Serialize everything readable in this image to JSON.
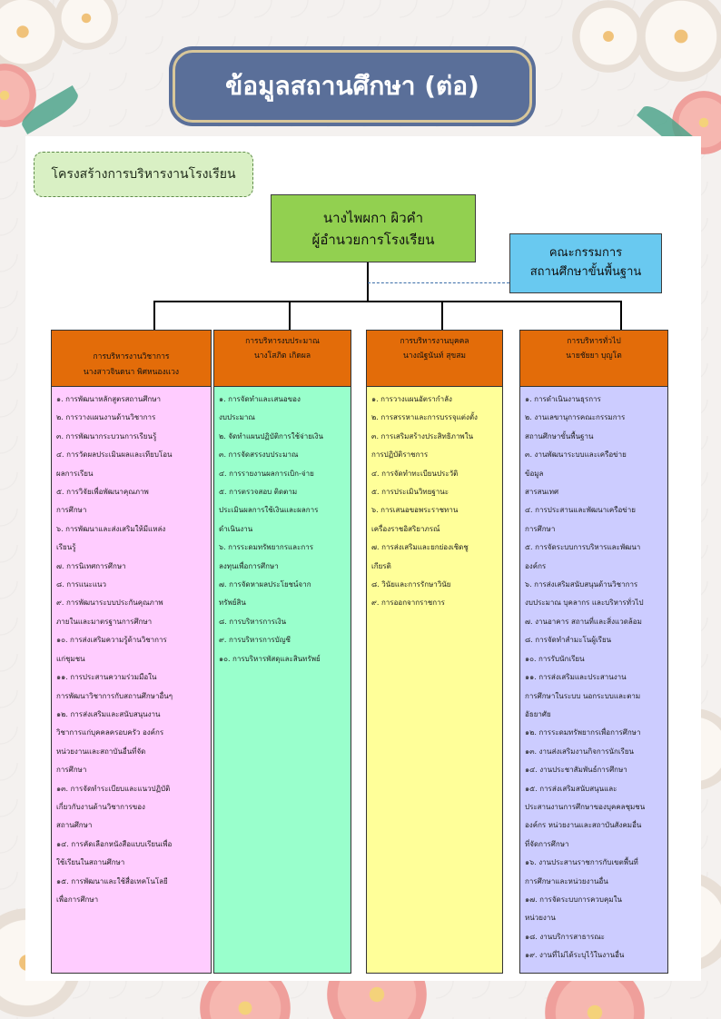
{
  "title": "ข้อมูลสถานศึกษา (ต่อ)",
  "section_label": "โครงสร้างการบริหารงานโรงเรียน",
  "director": {
    "name": "นางไพผกา  ผิวคำ",
    "position": "ผู้อำนวยการโรงเรียน"
  },
  "board": {
    "line1": "คณะกรรมการ",
    "line2": "สถานศึกษาขั้นพื้นฐาน"
  },
  "colors": {
    "title_bg": "#5a6f99",
    "director_bg": "#92d050",
    "board_bg": "#69c9f0",
    "col_head_bg": "#e36c09",
    "academic_bg": "#ffccff",
    "budget_bg": "#99ffcc",
    "personnel_bg": "#ffff99",
    "general_bg": "#ccccff"
  },
  "columns": [
    {
      "head": "การบริหารงานวิชาการ",
      "leader": "นางสาวจินดนา พิศหนองแวง",
      "lines": [
        "๑. การพัฒนาหลักสูตรสถานศึกษา",
        "๒. การวางแผนงานด้านวิชาการ",
        "๓. การพัฒนากระบวนการเรียนรู้",
        "๔. การวัดผลประเมินผลและเทียบโอน",
        "ผลการเรียน",
        "๕. การวิจัยเพื่อพัฒนาคุณภาพ",
        "การศึกษา",
        "๖. การพัฒนาและส่งเสริมให้มีแหล่ง",
        "เรียนรู้",
        "๗. การนิเทศการศึกษา",
        "๘. การแนะแนว",
        "๙. การพัฒนาระบบประกันคุณภาพ",
        "ภายในและมาตรฐานการศึกษา",
        "๑๐. การส่งเสริมความรู้ด้านวิชาการ",
        "แก่ชุมชน",
        "๑๑. การประสานความร่วมมือใน",
        "การพัฒนาวิชาการกับสถานศึกษาอื่นๆ",
        "๑๒. การส่งเสริมและสนับสนุนงาน",
        "วิชาการแก่บุคคลครอบครัว องค์กร",
        "หน่วยงานและสถาบันอื่นที่จัด",
        "การศึกษา",
        "๑๓. การจัดทำระเบียบและแนวปฏิบัติ",
        "เกี่ยวกับงานด้านวิชาการของ",
        "สถานศึกษา",
        "๑๔. การคัดเลือกหนังสือแบบเรียนเพื่อ",
        "ใช้เรียนในสถานศึกษา",
        "๑๕. การพัฒนาและใช้สื่อเทคโนโลยี",
        "เพื่อการศึกษา"
      ]
    },
    {
      "head": "การบริหารงบประมาณ",
      "leader": "นางโสภิต เกิดผล",
      "lines": [
        "๑. การจัดทำและเสนอของ",
        "งบประมาณ",
        "๒. จัดทำแผนปฏิบัติการใช้จ่ายเงิน",
        "๓. การจัดสรรงบประมาณ",
        "๔. การรายงานผลการเบิก-จ่าย",
        "๕. การตรวจสอบ ติดตาม",
        "ประเมินผลการใช้เงินและผลการ",
        "ดำเนินงาน",
        "๖. การระดมทรัพยากรและการ",
        "ลงทุนเพื่อการศึกษา",
        "๗. การจัดหาผลประโยชน์จาก",
        "ทรัพย์สิน",
        "๘. การบริหารการเงิน",
        "๙. การบริหารการบัญชี",
        "๑๐. การบริหารพัสดุและสินทรัพย์"
      ]
    },
    {
      "head": "การบริหารงานบุคคล",
      "leader": "นางณัฐนันท์ สุขสม",
      "lines": [
        "๑. การวางแผนอัตรากำลัง",
        "๒. การสรรหาและการบรรจุแต่งตั้ง",
        "๓. การเสริมสร้างประสิทธิภาพใน",
        "การปฏิบัติราชการ",
        "๔. การจัดทำทะเบียนประวัติ",
        "๕. การประเมินวิทยฐานะ",
        "๖. การเสนอขอพระราชทาน",
        "เครื่องราชอิสริยาภรณ์",
        "๗. การส่งเสริมและยกย่องเชิดชู",
        "เกียรติ",
        "๘. วินัยและการรักษาวินัย",
        "๙. การออกจากราชการ"
      ]
    },
    {
      "head": "การบริหารทั่วไป",
      "leader": "นายชัยยา บุญโต",
      "lines": [
        "๑. การดำเนินงานธุรการ",
        "๒. งานเลขานุการคณะกรรมการ",
        "สถานศึกษาขั้นพื้นฐาน",
        "๓. งานพัฒนาระบบและเครือข่าย",
        "ข้อมูล",
        "สารสนเทศ",
        "๔. การประสานและพัฒนาเครือข่าย",
        "การศึกษา",
        "๕. การจัดระบบการบริหารและพัฒนา",
        "องค์กร",
        "๖. การส่งเสริมสนับสนุนด้านวิชาการ",
        "งบประมาณ บุคลากร และบริหารทั่วไป",
        "๗. งานอาคาร สถานที่และสิ่งแวดล้อม",
        "๘. การจัดทำสำมะโนผู้เรียน",
        "๑๐. การรับนักเรียน",
        "๑๑. การส่งเสริมและประสานงาน",
        "การศึกษาในระบบ นอกระบบและตาม",
        "อัธยาศัย",
        "๑๒. การระดมทรัพยากรเพื่อการศึกษา",
        "๑๓. งานส่งเสริมงานกิจการนักเรียน",
        "๑๔. งานประชาสัมพันธ์การศึกษา",
        "๑๕. การส่งเสริมสนับสนุนและ",
        "ประสานงานการศึกษาของบุคคลชุมชน",
        "องค์กร หน่วยงานและสถาบันสังคมอื่น",
        "ที่จัดการศึกษา",
        "๑๖. งานประสานราชการกับเขตพื้นที่",
        "การศึกษาและหน่วยงานอื่น",
        "๑๗. การจัดระบบการควบคุมใน",
        "หน่วยงาน",
        "๑๘. งานบริการสาธารณะ",
        "๑๙. งานที่ไม่ได้ระบุไว้ในงานอื่น"
      ]
    }
  ]
}
